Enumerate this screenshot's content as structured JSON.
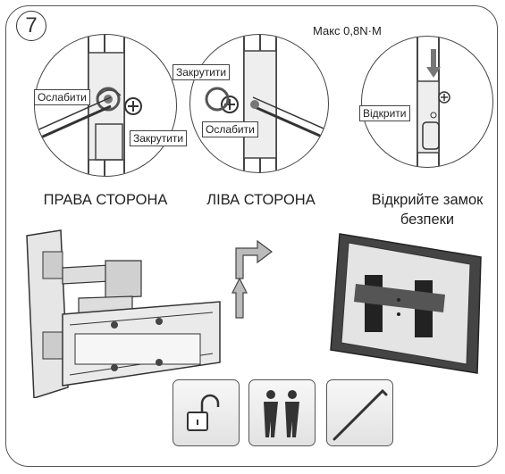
{
  "step": {
    "number": "7"
  },
  "torque_note": "Макс 0,8N·M",
  "callouts": {
    "right_loosen": "Ослабити",
    "right_tighten": "Закрутити",
    "left_tighten": "Закрутити",
    "left_loosen": "Ослабити",
    "lock_open": "Відкрити"
  },
  "captions": {
    "right_side": "ПРАВА СТОРОНА",
    "left_side": "ЛІВА СТОРОНА",
    "safety_lock_line1": "Відкрийте замок",
    "safety_lock_line2": "безпеки"
  },
  "icons": {
    "tool1": "open-padlock-icon",
    "tool2": "two-persons-icon",
    "tool3": "hex-key-icon"
  }
}
